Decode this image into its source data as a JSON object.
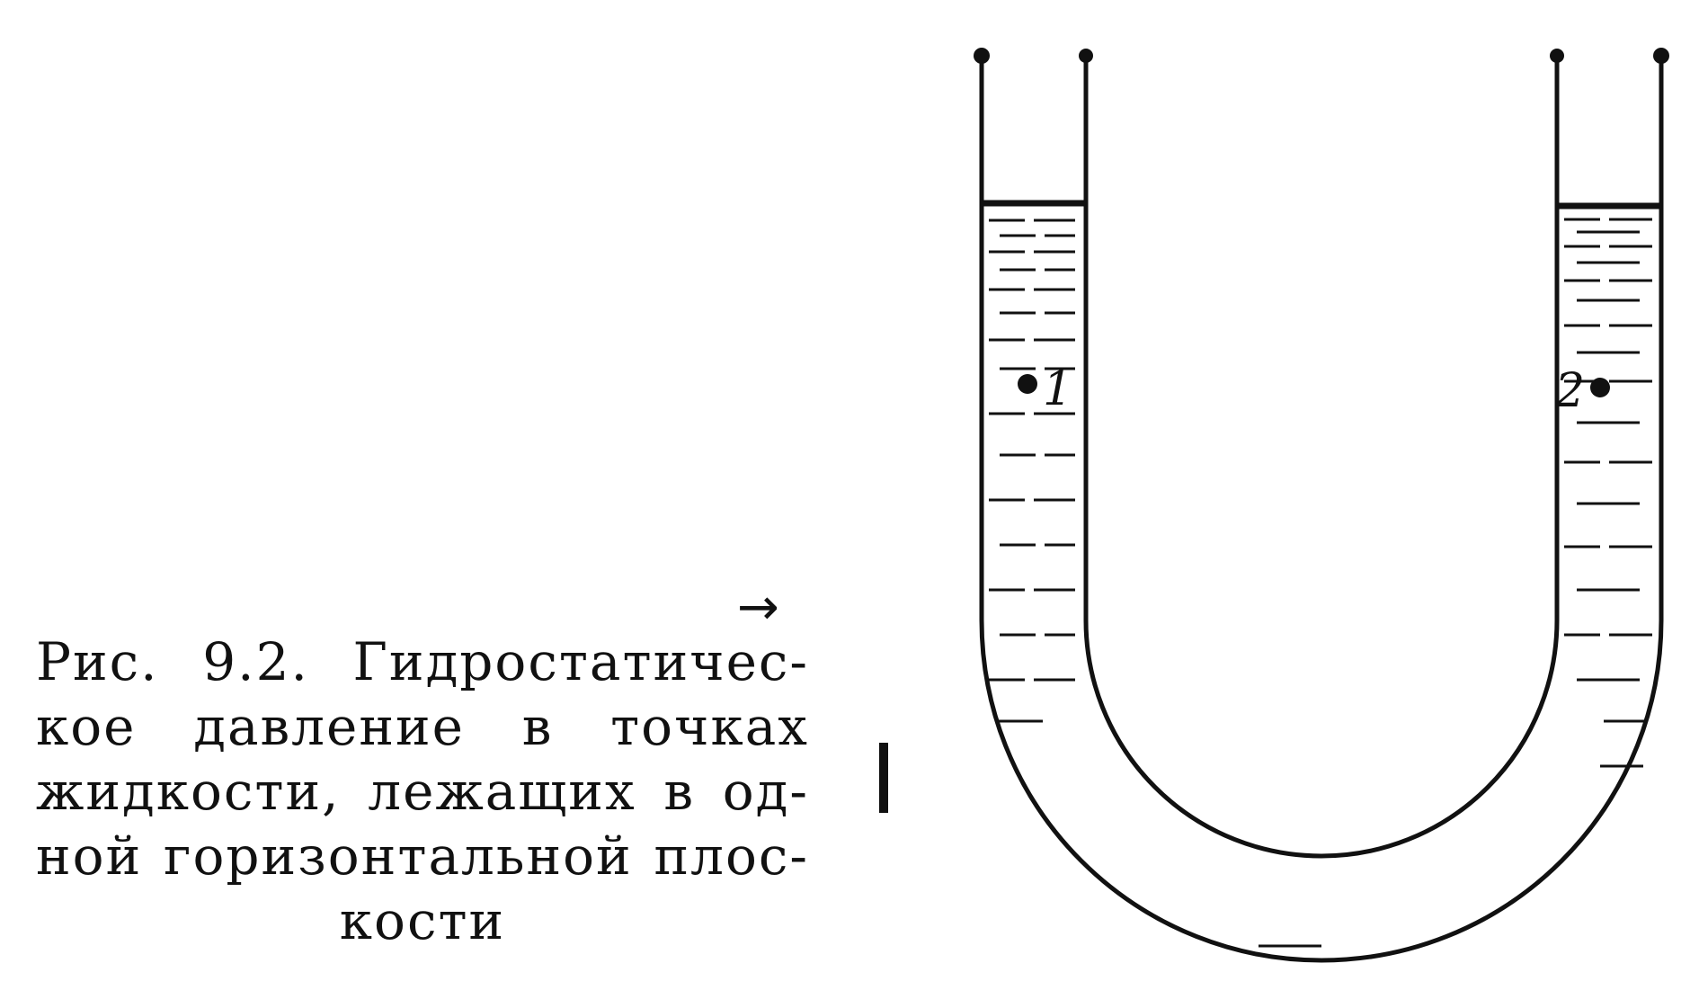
{
  "caption": {
    "lines": [
      "Рис.  9.2.  Гидростатичес-",
      "кое  давление  в  точках",
      "жидкости, лежащих в од-",
      "ной горизонтальной плос-",
      "кости"
    ],
    "arrow": "→"
  },
  "points": [
    {
      "label": "1"
    },
    {
      "label": "2"
    }
  ],
  "colors": {
    "ink": "#111111",
    "background": "#ffffff"
  }
}
